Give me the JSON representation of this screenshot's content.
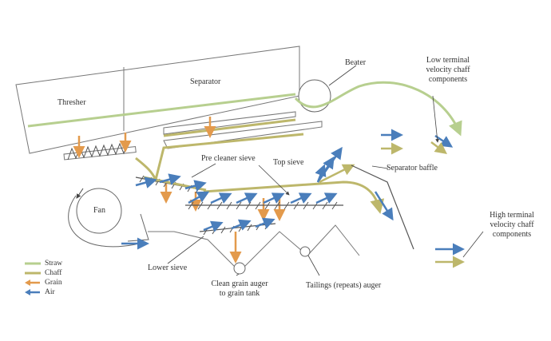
{
  "labels": {
    "thresher": "Thresher",
    "separator": "Separator",
    "beater": "Beater",
    "low_chaff": [
      "Low terminal",
      "velocity chaff",
      "components"
    ],
    "high_chaff": [
      "High terminal",
      "velocity chaff",
      "components"
    ],
    "pre_cleaner_sieve": "Pre cleaner sieve",
    "top_sieve": "Top sieve",
    "separator_baffle": "Separator baffle",
    "fan": "Fan",
    "lower_sieve": "Lower sieve",
    "clean_grain_auger": [
      "Clean grain auger",
      "to grain tank"
    ],
    "tailings_auger": "Tailings (repeats) auger"
  },
  "legend": [
    {
      "label": "Straw",
      "color": "#b7cf8f",
      "kind": "line"
    },
    {
      "label": "Chaff",
      "color": "#bdb76b",
      "kind": "line"
    },
    {
      "label": "Grain",
      "color": "#e39a4c",
      "kind": "arrow"
    },
    {
      "label": "Air",
      "color": "#4a7ebb",
      "kind": "arrow"
    }
  ],
  "colors": {
    "straw": "#b7cf8f",
    "chaff": "#bdb76b",
    "grain": "#e39a4c",
    "air": "#4a7ebb",
    "outline": "#555555"
  }
}
